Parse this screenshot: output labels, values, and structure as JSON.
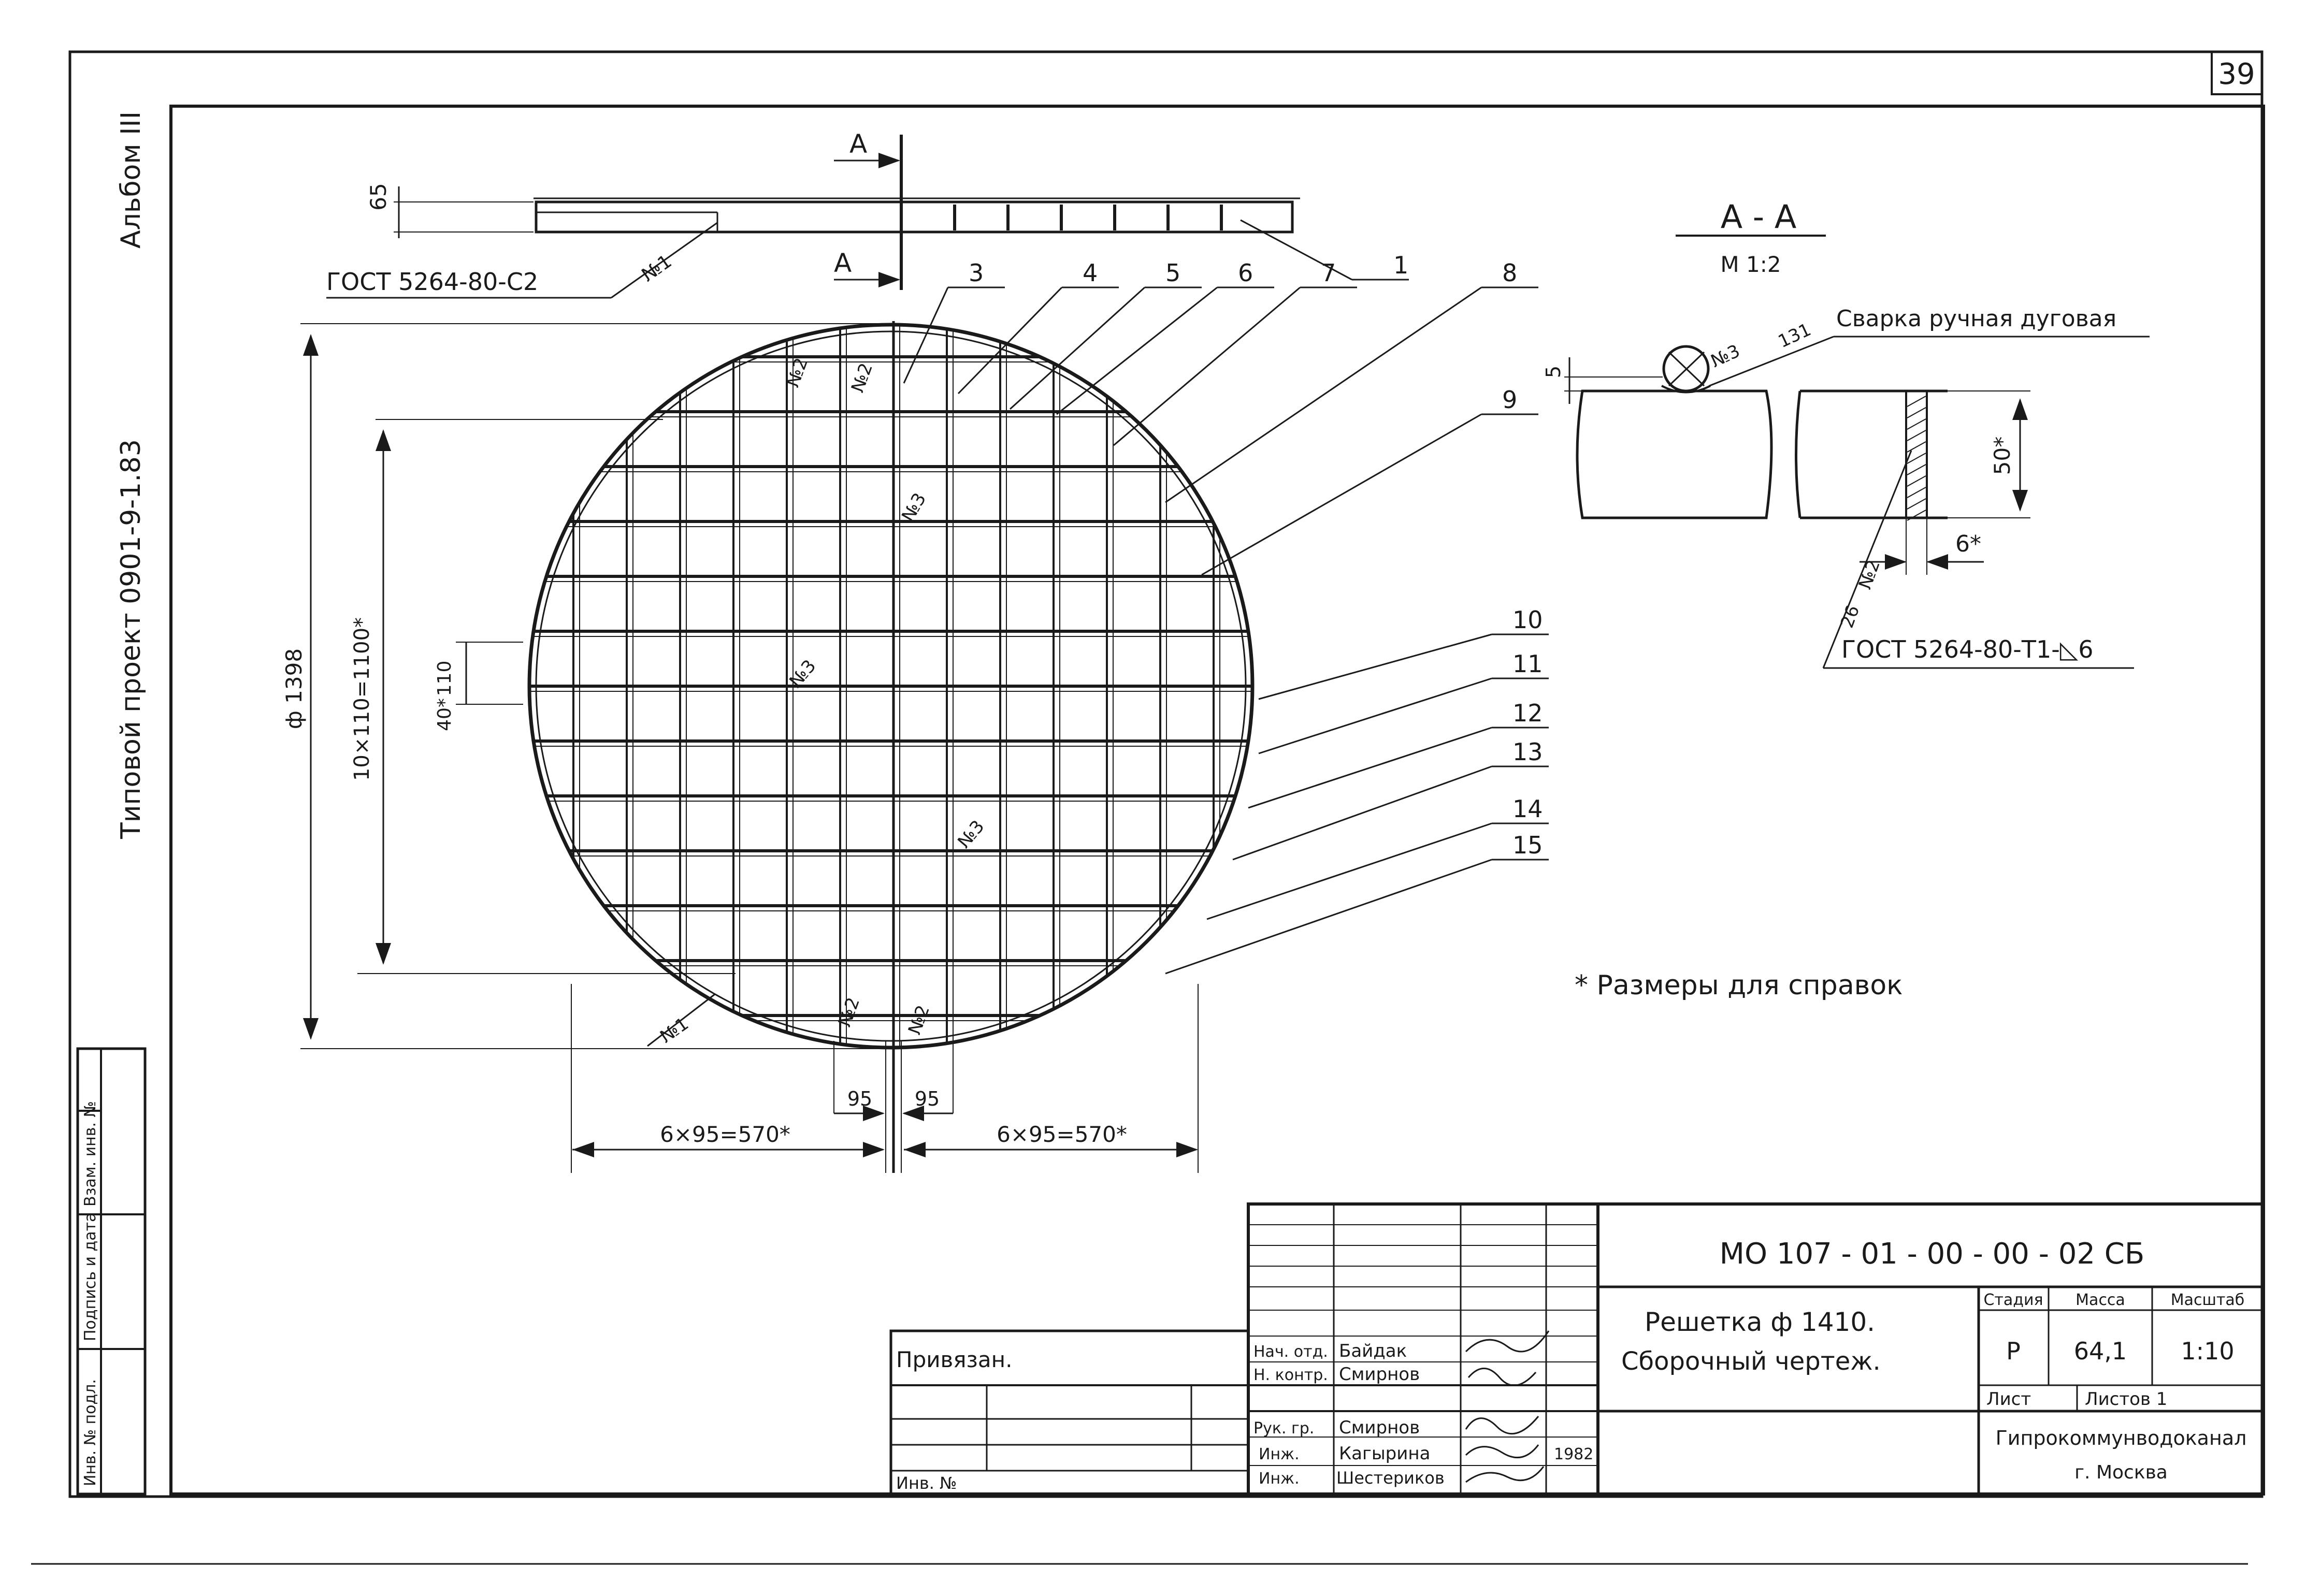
{
  "sheet_number": "39",
  "margin": {
    "album": "Альбом III",
    "project": "Типовой проект 0901-9-1.83",
    "stamp_cols": [
      "Инв. № подл.",
      "Подпись и дата",
      "Взам. инв. №"
    ]
  },
  "top_view": {
    "dim_height": "65",
    "section_label": "А",
    "gost_note": "ГОСТ 5264-80-С2",
    "weld_tag": "№1",
    "callout_1": "1"
  },
  "plan": {
    "callouts": [
      "3",
      "4",
      "5",
      "6",
      "7",
      "8",
      "9",
      "10",
      "11",
      "12",
      "13",
      "14",
      "15"
    ],
    "weld_tags": [
      "№2",
      "№2",
      "№3",
      "№3",
      "№3",
      "№1",
      "№2",
      "№2"
    ],
    "dim_diameter": "ф 1398",
    "dim_vertical": "10×110=1100*",
    "dim_cell_a": "110",
    "dim_cell_b": "40*",
    "dim_bottom_left": "6×95=570*",
    "dim_bottom_right": "6×95=570*",
    "dim_center_left": "95",
    "dim_center_right": "95"
  },
  "section": {
    "title": "А - А",
    "scale": "М 1:2",
    "weld_note": "Сварка ручная дуговая",
    "weld_tag": "№3",
    "weld_size": "131",
    "dim_5": "5",
    "dim_50": "50*",
    "dim_6": "6*",
    "tag_2": "№2",
    "tag_26": "26",
    "gost_note": "ГОСТ 5264-80-Т1-◺6"
  },
  "note": "* Размеры для справок",
  "title_block": {
    "doc_code": "МО 107 - 01 - 00 - 00 - 02 СБ",
    "name_line1": "Решетка ф 1410.",
    "name_line2": "Сборочный чертеж.",
    "stage_header": "Стадия",
    "mass_header": "Масса",
    "scale_header": "Масштаб",
    "stage": "Р",
    "mass": "64,1",
    "scale": "1:10",
    "sheet_label": "Лист",
    "sheets_label": "Листов 1",
    "org_line1": "Гипрокоммунводоканал",
    "org_line2": "г. Москва",
    "privyazan": "Привязан.",
    "inv_no": "Инв. №",
    "year": "1982",
    "signers": [
      {
        "role": "Нач. отд.",
        "name": "Байдак"
      },
      {
        "role": "Н. контр.",
        "name": "Смирнов"
      },
      {
        "role": "Рук. гр.",
        "name": "Смирнов"
      },
      {
        "role": "Инж.",
        "name": "Кагырина"
      },
      {
        "role": "Инж.",
        "name": "Шестериков"
      }
    ]
  }
}
